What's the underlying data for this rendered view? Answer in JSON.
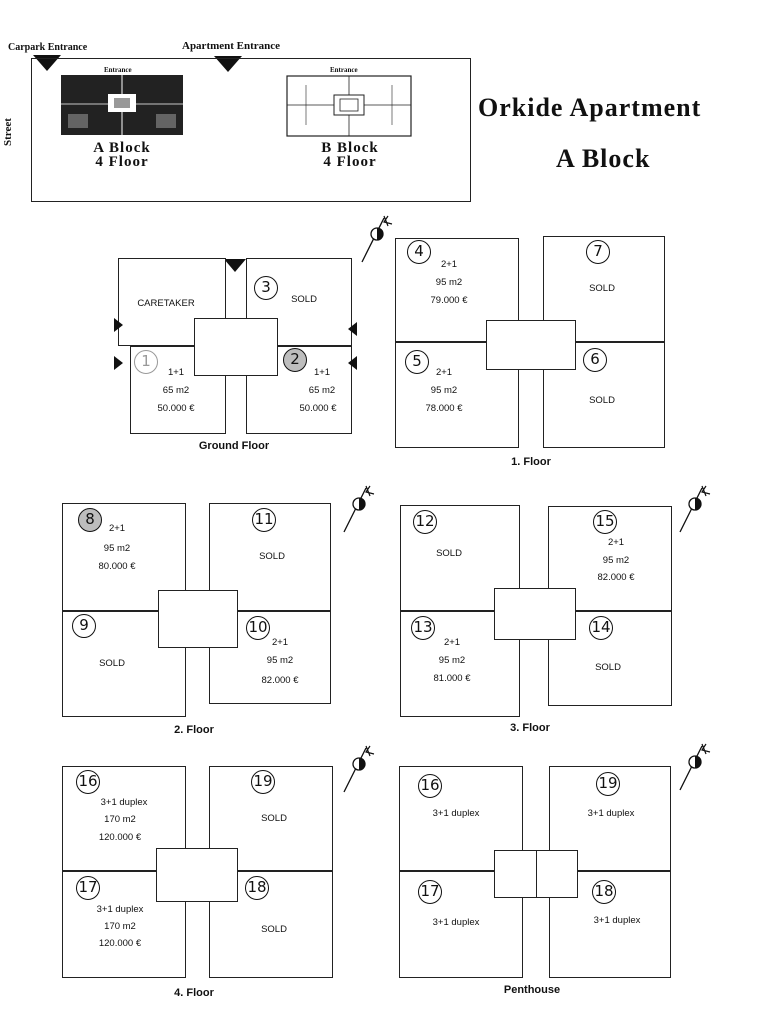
{
  "site": {
    "street_label": "Street",
    "carpark_entrance": "Carpark Entrance",
    "apartment_entrance": "Apartment Entrance",
    "entrance_a": "Entrance",
    "entrance_b": "Entrance",
    "a_block": [
      "A Block",
      "4 Floor"
    ],
    "b_block": [
      "B Block",
      "4 Floor"
    ]
  },
  "title": {
    "line1": "Orkide Apartment",
    "line2": "A Block"
  },
  "floors": {
    "ground": {
      "label": "Ground Floor",
      "caretaker": "CARETAKER",
      "u1": {
        "num": "1",
        "type": "1+1",
        "area": "65 m2",
        "price": "50.000 €"
      },
      "u2": {
        "num": "2",
        "type": "1+1",
        "area": "65 m2",
        "price": "50.000 €"
      },
      "u3": {
        "num": "3",
        "status": "SOLD"
      }
    },
    "f1": {
      "label": "1. Floor",
      "u4": {
        "num": "4",
        "type": "2+1",
        "area": "95 m2",
        "price": "79.000 €"
      },
      "u5": {
        "num": "5",
        "type": "2+1",
        "area": "95 m2",
        "price": "78.000 €"
      },
      "u6": {
        "num": "6",
        "status": "SOLD"
      },
      "u7": {
        "num": "7",
        "status": "SOLD"
      }
    },
    "f2": {
      "label": "2. Floor",
      "u8": {
        "num": "8",
        "type": "2+1",
        "area": "95 m2",
        "price": "80.000 €"
      },
      "u9": {
        "num": "9",
        "status": "SOLD"
      },
      "u10": {
        "num": "10",
        "type": "2+1",
        "area": "95 m2",
        "price": "82.000 €"
      },
      "u11": {
        "num": "11",
        "status": "SOLD"
      }
    },
    "f3": {
      "label": "3. Floor",
      "u12": {
        "num": "12",
        "status": "SOLD"
      },
      "u13": {
        "num": "13",
        "type": "2+1",
        "area": "95 m2",
        "price": "81.000 €"
      },
      "u14": {
        "num": "14",
        "status": "SOLD"
      },
      "u15": {
        "num": "15",
        "type": "2+1",
        "area": "95 m2",
        "price": "82.000 €"
      }
    },
    "f4": {
      "label": "4. Floor",
      "u16": {
        "num": "16",
        "type": "3+1 duplex",
        "area": "170 m2",
        "price": "120.000 €"
      },
      "u17": {
        "num": "17",
        "type": "3+1 duplex",
        "area": "170 m2",
        "price": "120.000 €"
      },
      "u18": {
        "num": "18",
        "status": "SOLD"
      },
      "u19": {
        "num": "19",
        "status": "SOLD"
      }
    },
    "penthouse": {
      "label": "Penthouse",
      "u16": {
        "num": "16",
        "type": "3+1 duplex"
      },
      "u17": {
        "num": "17",
        "type": "3+1 duplex"
      },
      "u18": {
        "num": "18",
        "type": "3+1 duplex"
      },
      "u19": {
        "num": "19",
        "type": "3+1 duplex"
      }
    }
  },
  "icons": {
    "compass": "north-arrow-icon",
    "entrance_marker": "entrance-triangle-icon"
  }
}
